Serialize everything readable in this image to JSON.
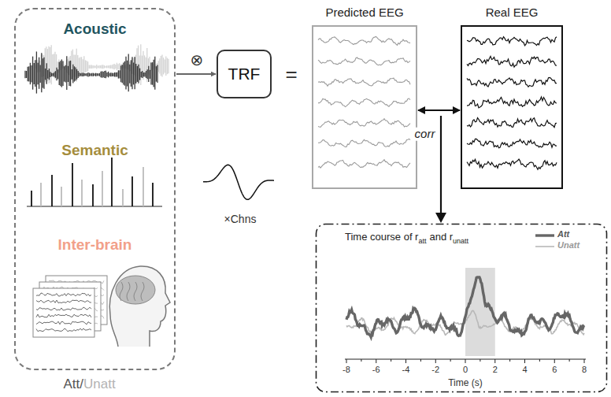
{
  "diagram": {
    "nodes": [
      {
        "text": [
          "Acoustic",
          "Semantic",
          "Inter-brain"
        ]
      },
      {
        "text": [
          "TRF"
        ]
      },
      {
        "text": [
          "Predicted EEG"
        ]
      },
      {
        "text": [
          "Real EEG"
        ]
      },
      {
        "text": [
          "Time course of r",
          "att",
          "and r",
          "unatt"
        ]
      }
    ],
    "edges": [
      {
        "from": 0,
        "to": 1,
        "arrow": "to"
      },
      {
        "from": 2,
        "to": 3,
        "label": "corr",
        "arrow": "both"
      }
    ],
    "labels": [
      "Att/",
      "Unatt",
      "⊗",
      "=",
      "×Chns",
      "-8",
      "-6",
      "-4",
      "-2",
      "0",
      "2",
      "4",
      "6",
      "8",
      "Time (s)"
    ],
    "legend": [
      {
        "text": "Att"
      },
      {
        "text": "Unatt"
      }
    ]
  }
}
